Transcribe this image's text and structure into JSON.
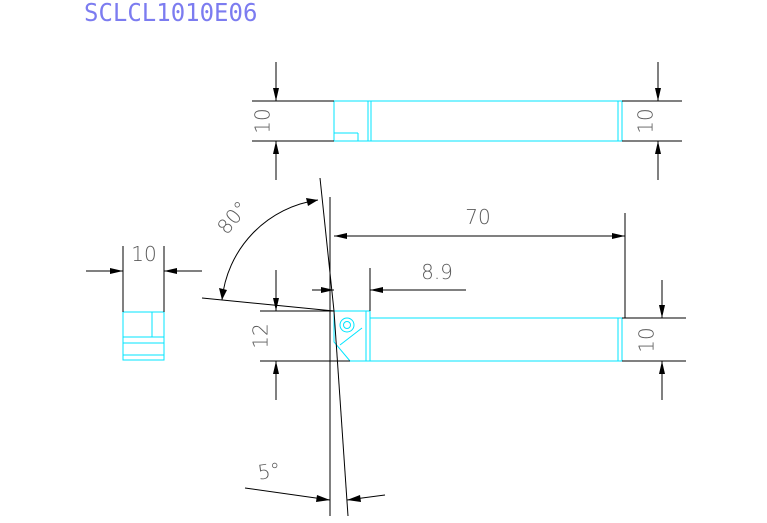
{
  "title": "SCLCL1010E06",
  "colors": {
    "title": "#7c7cf0",
    "outline": "#00e5ff",
    "dimension": "#000000",
    "dimension_text": "#5a5a5a",
    "background": "#ffffff"
  },
  "top_view": {
    "left_height_label": "10",
    "right_height_label": "10"
  },
  "side_view": {
    "width_label": "10"
  },
  "front_view": {
    "angle_label": "80°",
    "length_label": "70",
    "offset_label": "8.9",
    "head_height_label": "12",
    "shank_height_label": "10",
    "clearance_angle_label": "5°"
  }
}
